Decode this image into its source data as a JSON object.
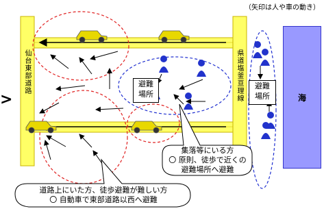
{
  "note": "（矢印は人や車の動き）",
  "roads": {
    "sendai_east_road": "仙台東部道路",
    "prefectural_road": "県道塩釜亘理線"
  },
  "shelters": {
    "inland": [
      "避難",
      "場所"
    ],
    "coastal": [
      "避難",
      "場所"
    ]
  },
  "sea_label": "海",
  "callouts": {
    "village": {
      "line1": "集落等にいる方",
      "line2": "〇 原則、徒歩で近くの",
      "line3": "避難場所へ避難"
    },
    "road": {
      "line1": "道路上にいた方、徒歩避難が難しい方",
      "line2": "〇 自動車で東部道路以西へ避難"
    }
  },
  "left_edge_glyph": ">",
  "colors": {
    "road_yellow": "#ffff66",
    "road_edge": "#c8b400",
    "sea_fill": "#9999ff",
    "person_blue": "#2233cc",
    "car_yellow": "#e8d800",
    "dash_red": "#e02020",
    "dash_blue": "#2030d0"
  }
}
